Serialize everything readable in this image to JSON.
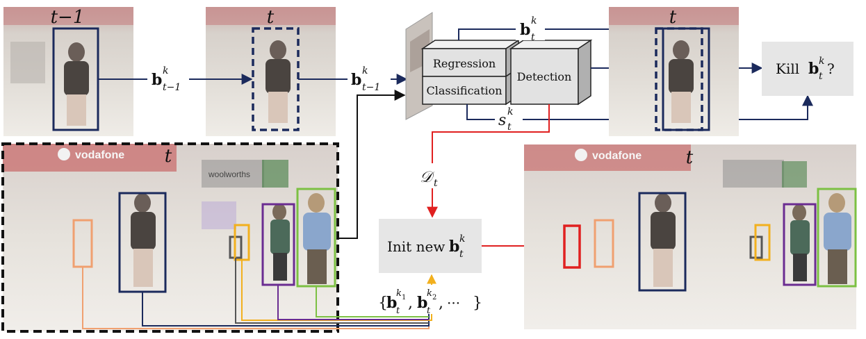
{
  "frames": {
    "prev_label": "t−1",
    "curr_label": "t",
    "out_label": "t",
    "big_label": "t",
    "result_label": "t"
  },
  "logos": {
    "brand_text": "vodafone",
    "store_text": "woolworths"
  },
  "network": {
    "regression": "Regression",
    "classification": "Classification",
    "detection": "Detection"
  },
  "edges": {
    "b_prev_main": "b",
    "b_prev_sub": "t−1",
    "b_prev_sup": "k",
    "b_prev2_main": "b",
    "b_prev2_sub": "t−1",
    "b_prev2_sup": "k",
    "b_t_main": "b",
    "b_t_sub": "t",
    "b_t_sup": "k",
    "s_main": "s",
    "s_sub": "t",
    "s_sup": "k",
    "d_main": "𝒟",
    "d_sub": "t"
  },
  "kill": {
    "prefix": "Kill ",
    "b_main": "b",
    "b_sub": "t",
    "b_sup": "k",
    "suffix": "?"
  },
  "init": {
    "prefix": "Init new ",
    "b_main": "b",
    "b_sub": "t",
    "b_sup": "k"
  },
  "candidates": {
    "open": "{",
    "b1_main": "b",
    "b1_sub": "t",
    "b1_sup": "k",
    "b1_sup_sub": "1",
    "comma1": ",",
    "b2_main": "b",
    "b2_sub": "t",
    "b2_sup": "k",
    "b2_sup_sub": "2",
    "comma2": ",",
    "ellipsis": "···",
    "close": "}"
  },
  "colors": {
    "navy": "#1b2a5c",
    "red": "#e02020",
    "orange": "#f0a070",
    "yellow": "#f2b01e",
    "purple": "#6a2c91",
    "green": "#7cc043",
    "gray": "#555555",
    "netbox": "#e2e2e2",
    "panel": "#e6e6e6"
  }
}
